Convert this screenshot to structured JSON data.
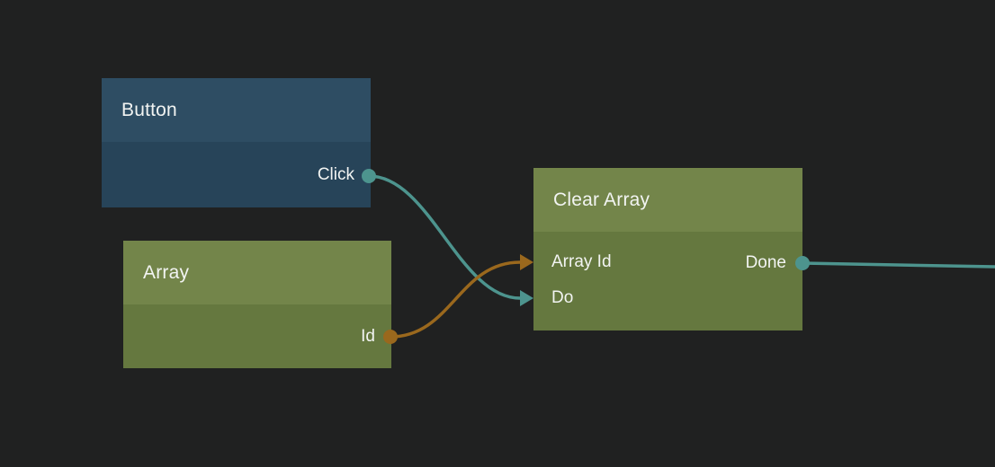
{
  "app": {
    "view": "node-graph-editor"
  },
  "colors": {
    "canvas_bg": "#202121",
    "node_blue_header": "#2e4d63",
    "node_blue_body": "#274459",
    "node_green_header": "#73854a",
    "node_green_body": "#65783f",
    "wire_signal": "#4d948e",
    "wire_data": "#9a681d",
    "text": "#f2f4f2"
  },
  "nodes": [
    {
      "title": "Button",
      "color_role": "blue",
      "outputs": [
        {
          "label": "Click",
          "kind": "signal"
        }
      ]
    },
    {
      "title": "Array",
      "color_role": "green",
      "outputs": [
        {
          "label": "Id",
          "kind": "data"
        }
      ]
    },
    {
      "title": "Clear Array",
      "color_role": "green",
      "inputs": [
        {
          "label": "Array Id",
          "kind": "data"
        },
        {
          "label": "Do",
          "kind": "signal"
        }
      ],
      "outputs": [
        {
          "label": "Done",
          "kind": "signal"
        }
      ]
    }
  ],
  "connections": [
    {
      "from": "Button.Click",
      "to": "Clear Array.Do",
      "kind": "signal"
    },
    {
      "from": "Array.Id",
      "to": "Clear Array.Array Id",
      "kind": "data"
    },
    {
      "from": "Clear Array.Done",
      "to": "offscreen-right",
      "kind": "signal"
    }
  ]
}
